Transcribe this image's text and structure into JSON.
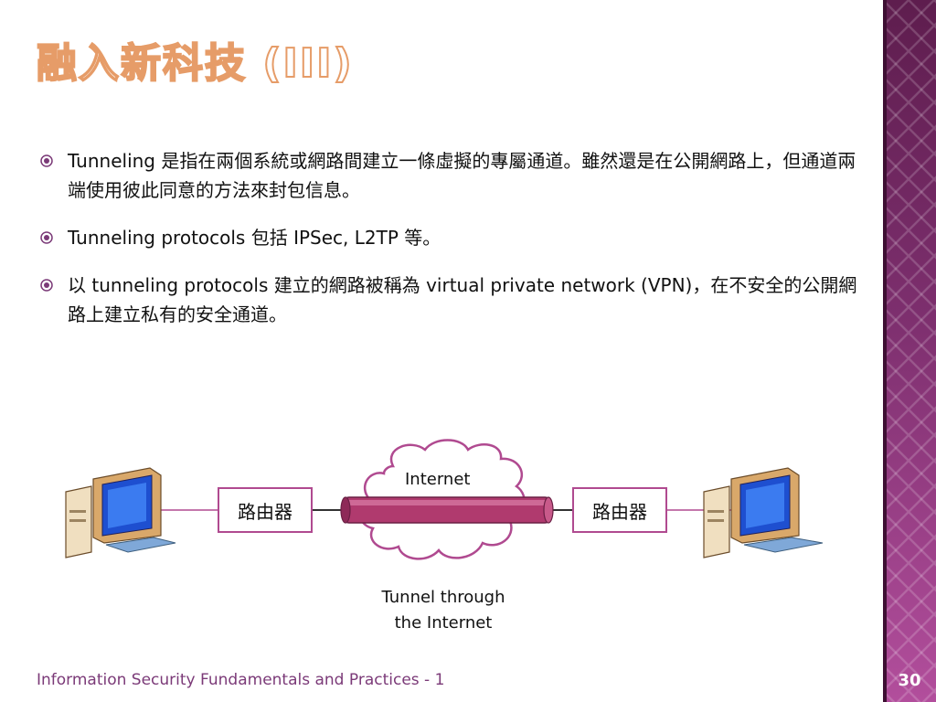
{
  "slide": {
    "title": "融入新科技 (III)",
    "bullets": [
      "Tunneling 是指在兩個系統或網路間建立一條虛擬的專屬通道。雖然還是在公開網路上，但通道兩端使用彼此同意的方法來封包信息。",
      "Tunneling protocols 包括 IPSec, L2TP 等。",
      "以 tunneling protocols 建立的網路被稱為 virtual private network (VPN)，在不安全的公開網路上建立私有的安全通道。"
    ],
    "diagram": {
      "router_left_label": "路由器",
      "router_right_label": "路由器",
      "internet_label": "Internet",
      "caption_line1": "Tunnel through",
      "caption_line2": "the Internet"
    },
    "footer": "Information Security Fundamentals and Practices - 1",
    "page_number": "30"
  },
  "colors": {
    "accent": "#7b3a78",
    "band": "#7d2f6e",
    "title_outline": "#e69c68",
    "tunnel": "#b03a6e"
  },
  "icons": [
    "bullet-icon",
    "computer-icon",
    "cloud-icon",
    "tunnel-pipe-icon"
  ]
}
